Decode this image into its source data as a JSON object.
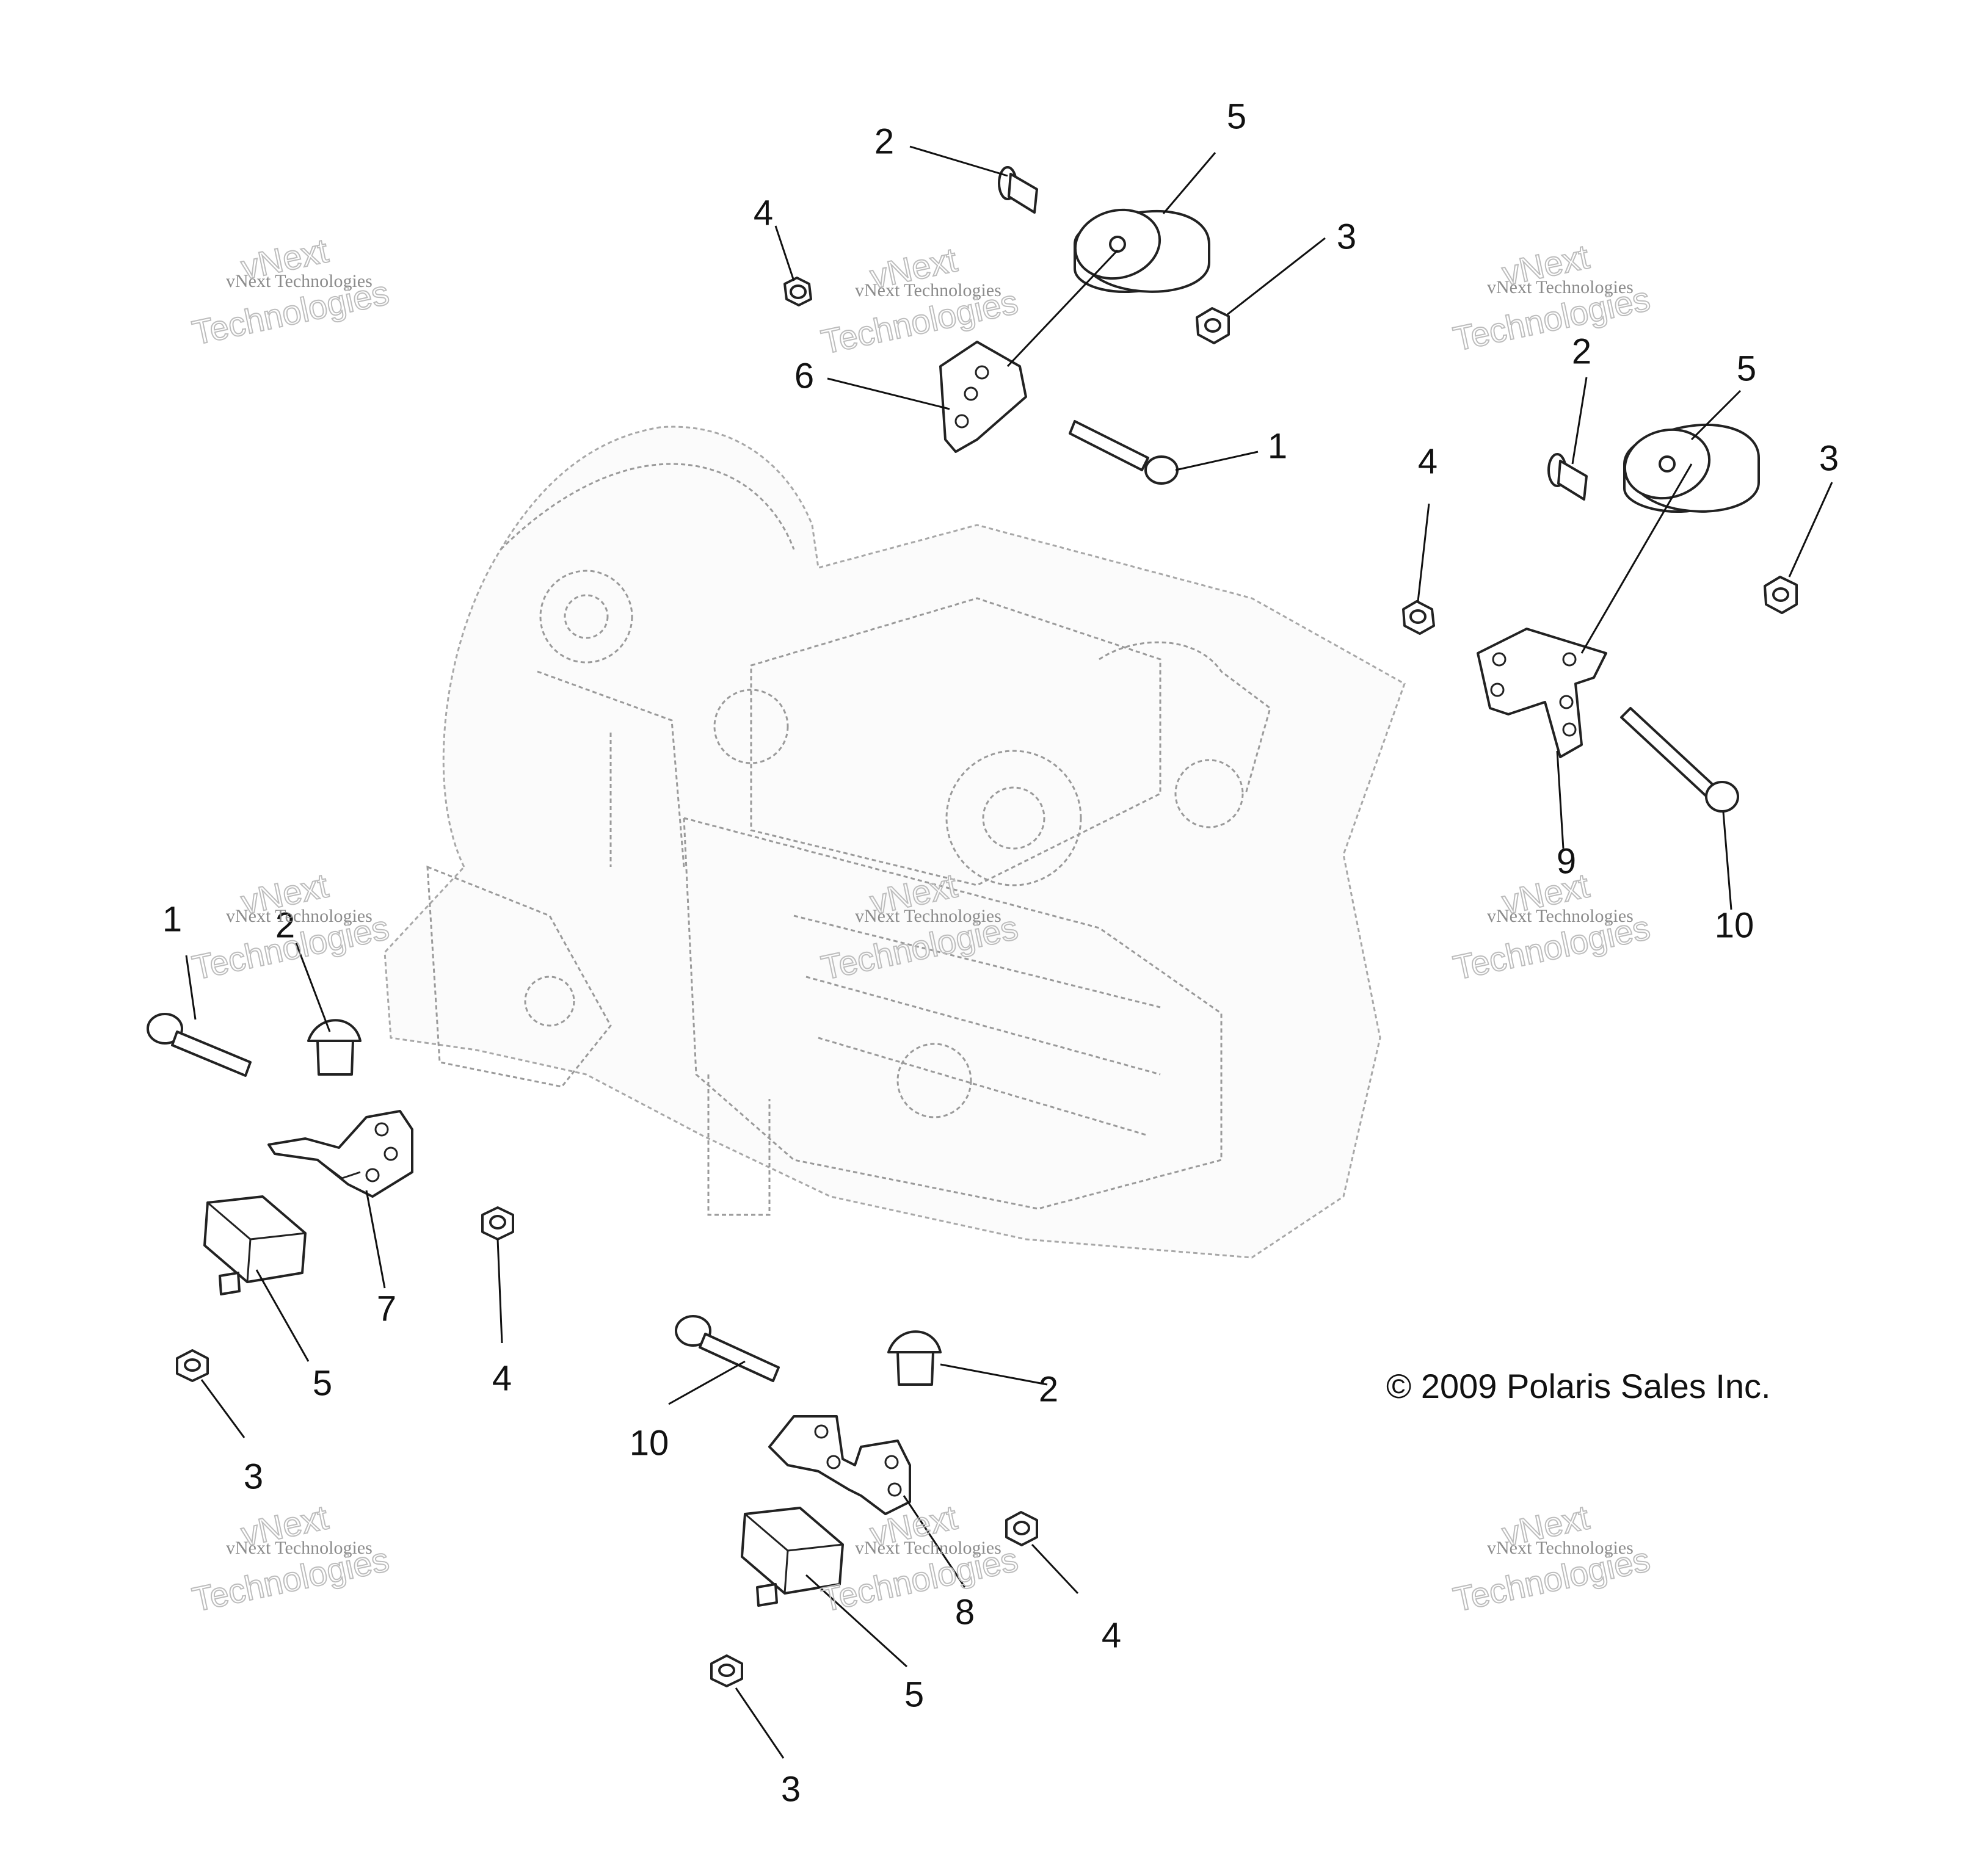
{
  "copyright": "© 2009 Polaris Sales Inc.",
  "watermark": {
    "line1": "vNext Technologies",
    "line2": "vNext",
    "line3": "Technologies"
  },
  "callouts": {
    "top": [
      "2",
      "5",
      "4",
      "3",
      "6",
      "1"
    ],
    "right": [
      "2",
      "5",
      "4",
      "3",
      "9",
      "10"
    ],
    "left": [
      "1",
      "2",
      "7",
      "5",
      "4",
      "3"
    ],
    "bottom": [
      "10",
      "2",
      "8",
      "4",
      "5",
      "3"
    ]
  },
  "colors": {
    "line": "#222222",
    "engine": "#9a9a9a",
    "watermark": "#bdbdbd"
  }
}
